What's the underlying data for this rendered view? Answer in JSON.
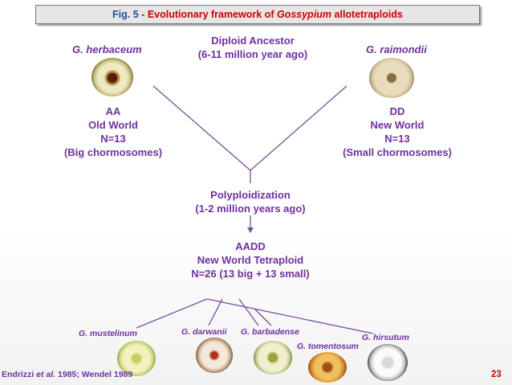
{
  "title": {
    "fig": "Fig. 5",
    "sep": " - ",
    "text_before": "Evolutionary framework of ",
    "genus": "Gossypium",
    "text_after": " allotetraploids"
  },
  "ancestor": {
    "line1": "Diploid Ancestor",
    "line2": "(6-11 million year ago)"
  },
  "left_parent": {
    "species": "G. herbaceum",
    "genome": "AA",
    "region": "Old World",
    "chromosome_count": "N=13",
    "size": "(Big chormosomes)"
  },
  "right_parent": {
    "species": "G. raimondii",
    "genome": "DD",
    "region": "New World",
    "chromosome_count": "N=13",
    "size": "(Small chormosomes)"
  },
  "polyploidization": {
    "line1": "Polyploidization",
    "line2": "(1-2 million years ago)"
  },
  "tetraploid": {
    "genome": "AADD",
    "label": "New World Tetraploid",
    "count": "N=26 (13 big + 13 small)"
  },
  "descendants": [
    "G. mustelinum",
    "G. darwanii",
    "G. barbadense",
    "G. tomentosum",
    "G. hirsutum"
  ],
  "footer": {
    "author1": "Endrizzi ",
    "etal": "et al.",
    "rest": " 1985; Wendel 1989"
  },
  "page_number": "23",
  "colors": {
    "title_red": "#cc0000",
    "title_blue": "#1f4e9a",
    "text_purple": "#7030a0",
    "line_purple": "#7a4ea0"
  }
}
